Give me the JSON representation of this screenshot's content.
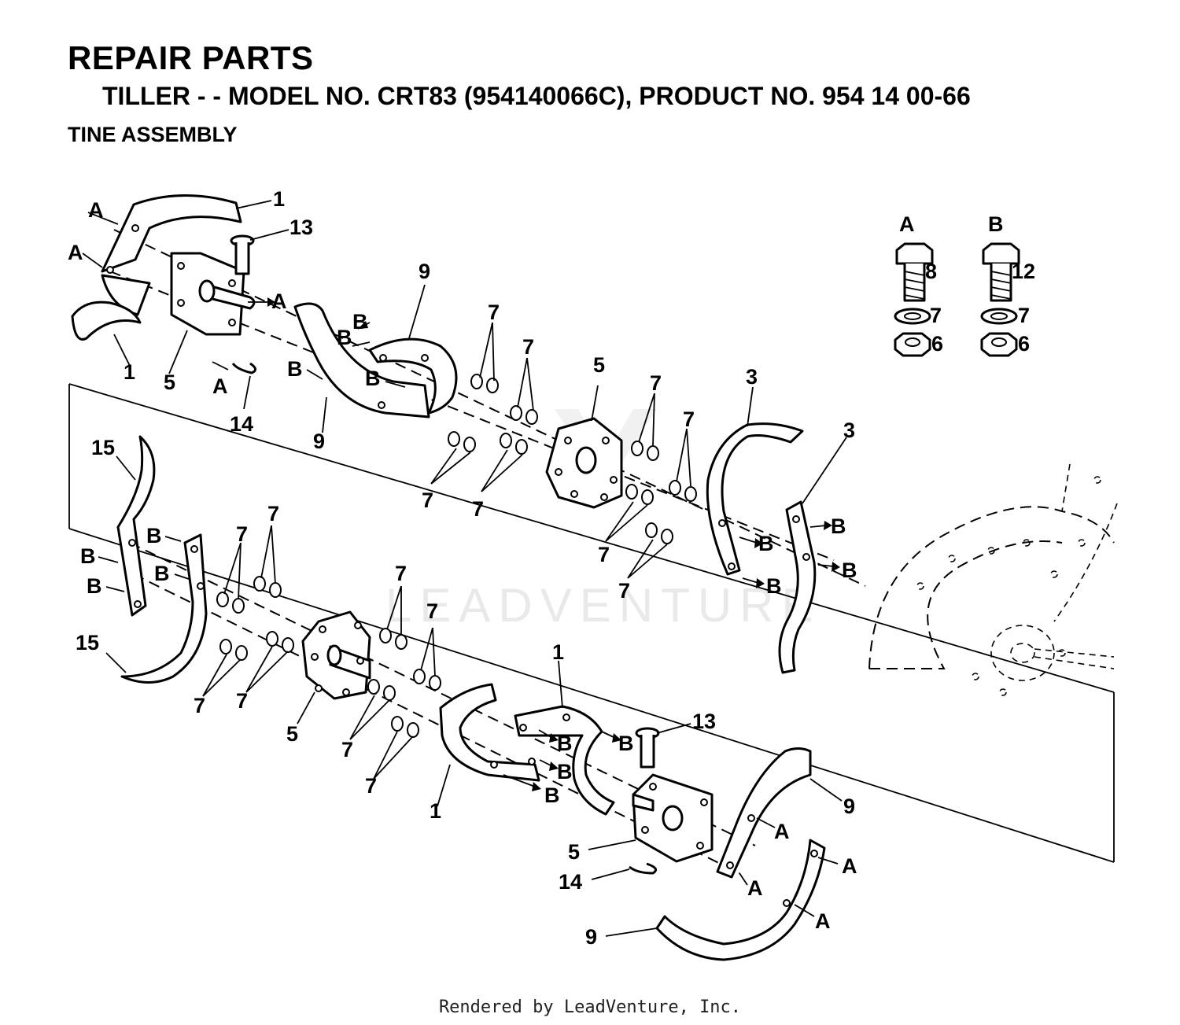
{
  "header": {
    "title": "REPAIR PARTS",
    "subtitle": "TILLER - - MODEL NO. CRT83 (954140066C), PRODUCT NO. 954 14 00-66",
    "section": "TINE ASSEMBLY"
  },
  "footer": "Rendered by LeadVenture, Inc.",
  "watermark": "LEADVENTURE",
  "hardware_key": {
    "A": {
      "letter": "A",
      "bolt": "8",
      "lock_washer": "7",
      "nut": "6"
    },
    "B": {
      "letter": "B",
      "bolt": "12",
      "lock_washer": "7",
      "nut": "6"
    }
  },
  "callouts": {
    "p1": "1",
    "p3": "3",
    "p5": "5",
    "p7": "7",
    "p9": "9",
    "p13": "13",
    "p14": "14",
    "p15": "15",
    "a": "A",
    "b": "B"
  }
}
